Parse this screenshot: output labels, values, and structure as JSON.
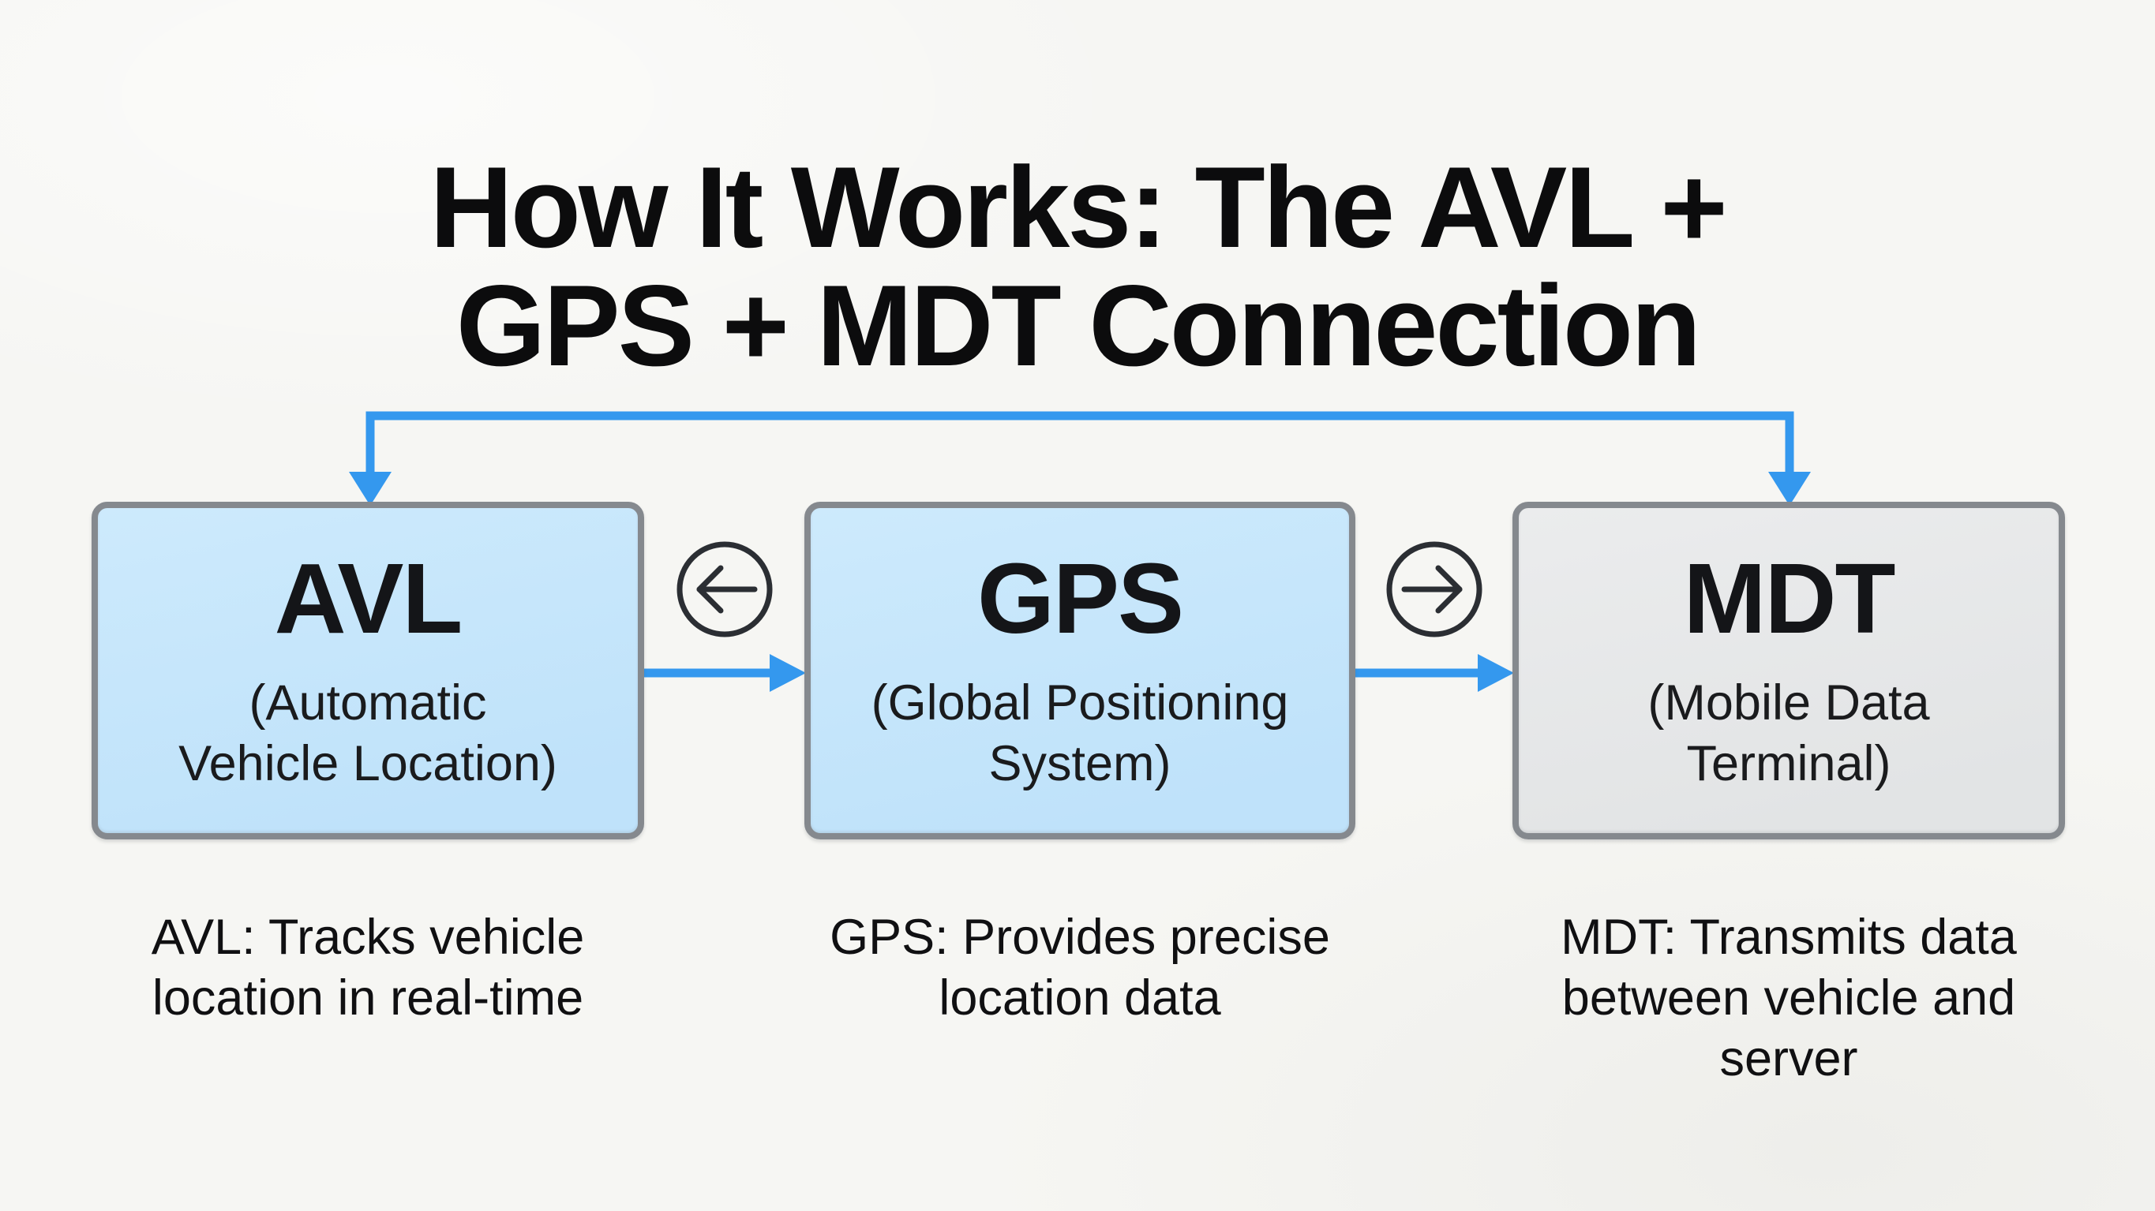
{
  "title": {
    "line1": "How It Works: The AVL +",
    "line2": "GPS + MDT Connection"
  },
  "boxes": [
    {
      "id": "avl",
      "title": "AVL",
      "subtitle": "(Automatic\nVehicle Location)",
      "caption": "AVL: Tracks vehicle\nlocation in real-time"
    },
    {
      "id": "gps",
      "title": "GPS",
      "subtitle": "(Global Positioning\nSystem)",
      "caption": "GPS: Provides precise\nlocation data"
    },
    {
      "id": "mdt",
      "title": "MDT",
      "subtitle": "(Mobile Data\nTerminal)",
      "caption": "MDT: Transmits data\nbetween vehicle and\nserver"
    }
  ],
  "icons": {
    "between_avl_gps": "arrow-left-circle",
    "between_gps_mdt": "arrow-right-circle",
    "feedback_loop": "elbow-connector-with-down-arrows"
  },
  "colors": {
    "background": "#f6f6f3",
    "arrow_blue": "#3498ee",
    "box_blue": "#bfe2fa",
    "box_blue_light": "#cdeafc",
    "box_gray": "#e2e4e5",
    "box_gray_light": "#ebeced",
    "border_gray": "#85898e",
    "icon_dark": "#2b2e33",
    "text_black": "#0c0c0d"
  }
}
